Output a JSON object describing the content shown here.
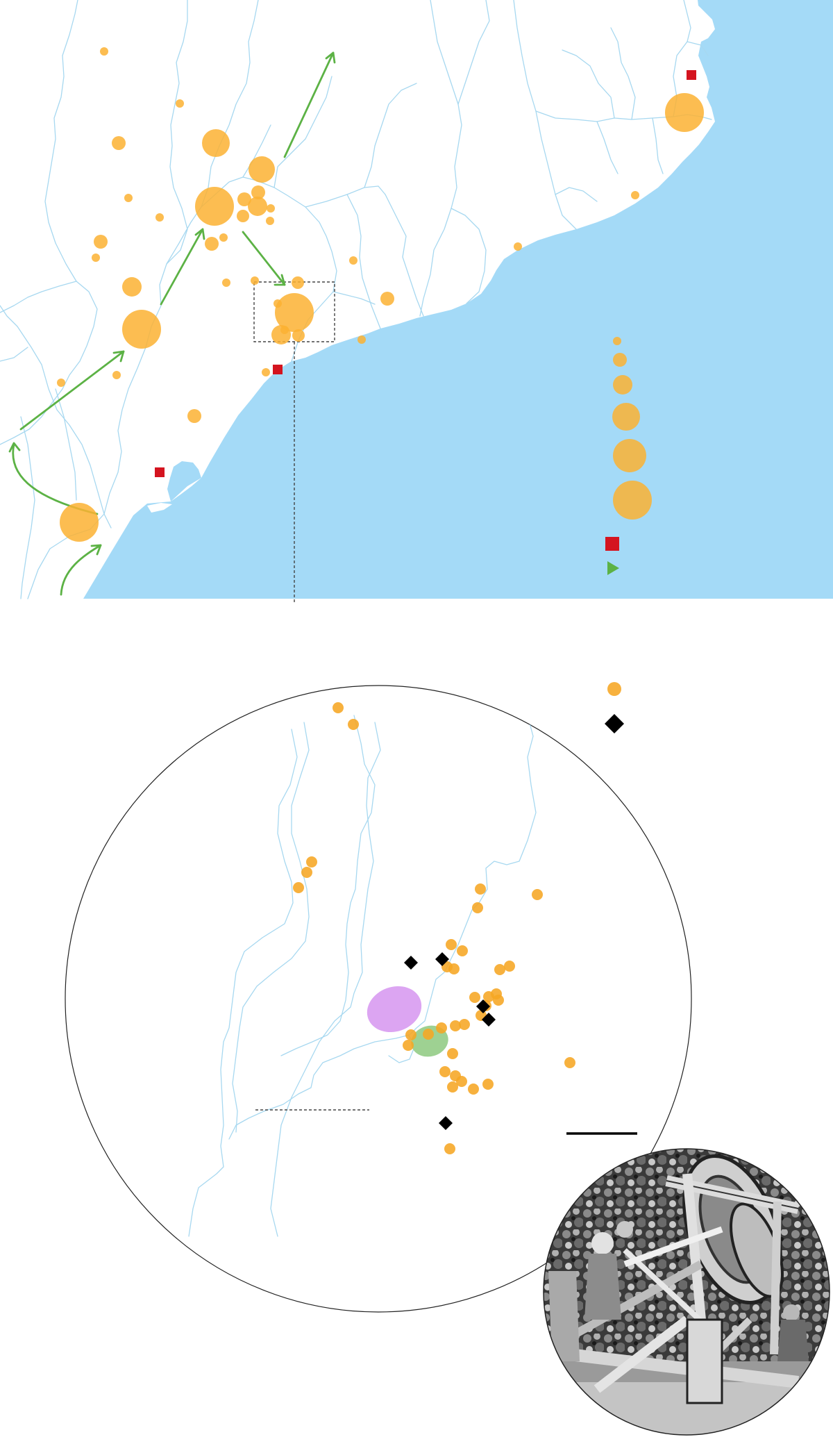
{
  "colors": {
    "sea": "#a4daf7",
    "river": "#a7d8f0",
    "site": "#fbb232",
    "port": "#d4141f",
    "route": "#5cb245",
    "find": "#000000",
    "zone_purple": "#dca5f2",
    "zone_green": "#9ed192"
  },
  "icons": {
    "port": "red-square-icon",
    "route": "green-triangle-icon",
    "site": "orange-circle-icon",
    "find": "black-diamond-icon"
  },
  "map": {
    "legend_sizes": 6,
    "site_count": 42,
    "port_count": 4,
    "route_count": 6
  },
  "inset": {
    "site_count": 40,
    "find_count": 6,
    "zones": 2
  },
  "photo": {
    "description_icon": "trebuchet-photo-icon"
  }
}
